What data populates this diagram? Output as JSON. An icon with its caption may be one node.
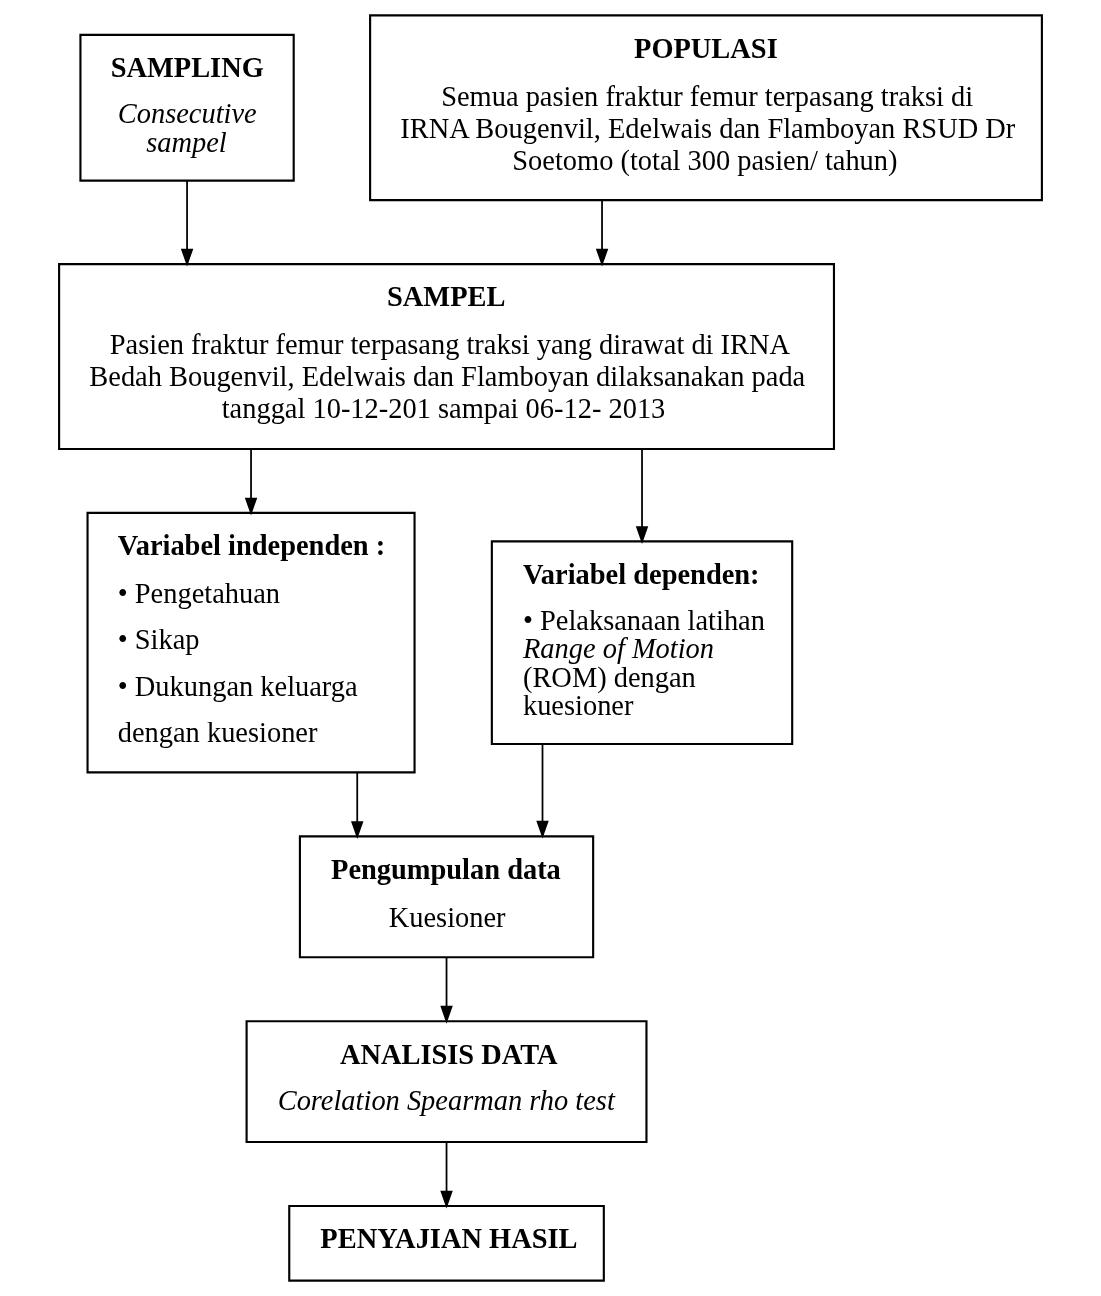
{
  "diagram": {
    "nodes": [
      {
        "text": [
          "SAMPLING",
          "Consecutive sampel"
        ]
      },
      {
        "text": [
          "POPULASI",
          "Semua pasien fraktur femur terpasang traksi di IRNA Bougenvil, Edelwais dan Flamboyan RSUD Dr Soetomo (total 300 pasien/ tahun)"
        ]
      },
      {
        "text": [
          "SAMPEL",
          "Pasien fraktur femur terpasang traksi yang dirawat di IRNA Bedah Bougenvil, Edelwais dan Flamboyan dilaksanakan pada tanggal 10-12-201 sampai 06-12- 2013"
        ]
      },
      {
        "text": [
          "Variabel independen :",
          "• Pengetahuan",
          "• Sikap",
          "• Dukungan keluarga",
          "dengan kuesioner"
        ]
      },
      {
        "text": [
          "Variabel dependen:",
          "• Pelaksanaan latihan *Range of Motion* (ROM) dengan kuesioner"
        ]
      },
      {
        "text": [
          "Pengumpulan data",
          "Kuesioner"
        ]
      },
      {
        "text": [
          "ANALISIS DATA",
          "Corelation Spearman rho test"
        ]
      },
      {
        "text": [
          "PENYAJIAN HASIL"
        ]
      }
    ],
    "edges": [
      {
        "from": 0,
        "to": 2,
        "arrow": "to"
      },
      {
        "from": 1,
        "to": 2,
        "arrow": "to"
      },
      {
        "from": 2,
        "to": 3,
        "arrow": "to"
      },
      {
        "from": 2,
        "to": 4,
        "arrow": "to"
      },
      {
        "from": 3,
        "to": 5,
        "arrow": "to"
      },
      {
        "from": 4,
        "to": 5,
        "arrow": "to"
      },
      {
        "from": 5,
        "to": 6,
        "arrow": "to"
      },
      {
        "from": 6,
        "to": 7,
        "arrow": "to"
      }
    ]
  }
}
